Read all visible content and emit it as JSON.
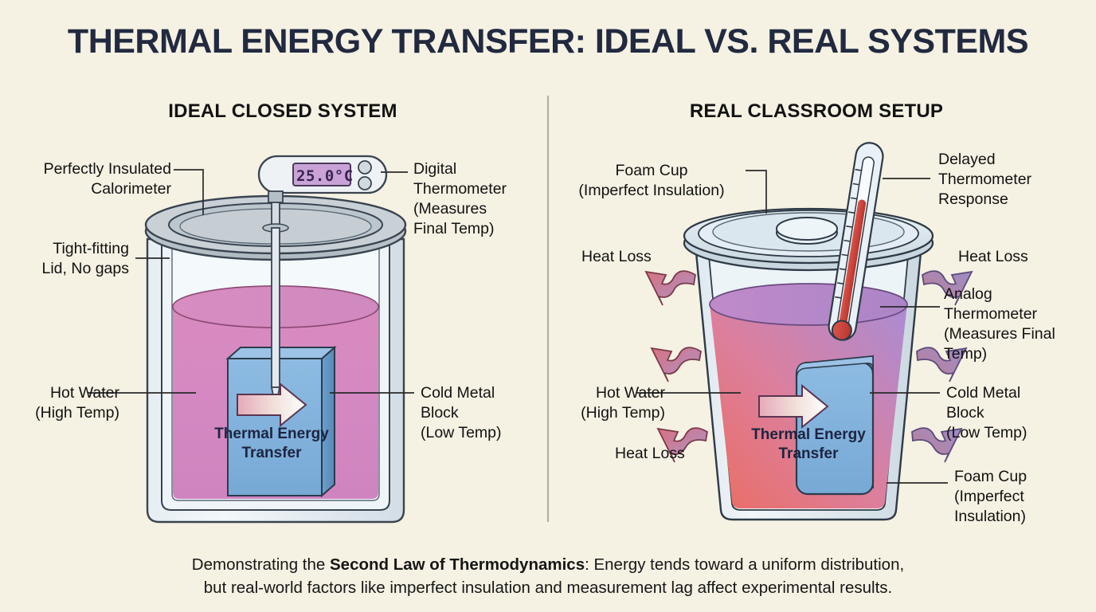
{
  "title": "THERMAL ENERGY TRANSFER: IDEAL VS. REAL SYSTEMS",
  "panels": {
    "left": {
      "heading": "IDEAL CLOSED SYSTEM",
      "labels": {
        "calorimeter": "Perfectly Insulated\nCalorimeter",
        "lid": "Tight-fitting\nLid, No gaps",
        "thermometer": "Digital\nThermometer\n(Measures\nFinal Temp)",
        "hot_water": "Hot Water\n(High Temp)",
        "cold_block": "Cold Metal\nBlock\n(Low Temp)",
        "transfer": "Thermal Energy\nTransfer"
      },
      "display_value": "25.0°C"
    },
    "right": {
      "heading": "REAL CLASSROOM SETUP",
      "labels": {
        "foam_cup_top": "Foam Cup\n(Imperfect Insulation)",
        "delayed": "Delayed\nThermometer\nResponse",
        "heat_loss_left_top": "Heat Loss",
        "heat_loss_right_top": "Heat Loss",
        "analog": "Analog\nThermometer\n(Measures Final\nTemp)",
        "hot_water": "Hot Water\n(High Temp)",
        "cold_block": "Cold Metal\nBlock\n(Low Temp)",
        "heat_loss_left_bottom": "Heat Loss",
        "foam_cup_bottom": "Foam Cup\n(Imperfect Insulation)",
        "transfer": "Thermal Energy\nTransfer"
      }
    }
  },
  "caption": {
    "pre": "Demonstrating the ",
    "bold": "Second Law of Thermodynamics",
    "post": ": Energy tends toward a uniform distribution,",
    "line2": "but real-world factors like imperfect insulation and measurement lag affect experimental results."
  },
  "colors": {
    "background": "#f5f1e3",
    "title": "#222a40",
    "ink": "#1d2440",
    "hot_water_ideal": "#d888c0",
    "hot_water_real": "#e4726f",
    "cool_water_real": "#b089cc",
    "cold_block": "#7fb1dc",
    "cold_block_side": "#5d92c0",
    "glass": "#dfe8ee",
    "lid_grey": "#c4ccd2",
    "heat_loss_pink": "#d4737f",
    "heat_loss_purple": "#9c8ec8",
    "lcd": "#c9a3d8",
    "mercury": "#c9413a",
    "divider": "#b4b2a2"
  }
}
